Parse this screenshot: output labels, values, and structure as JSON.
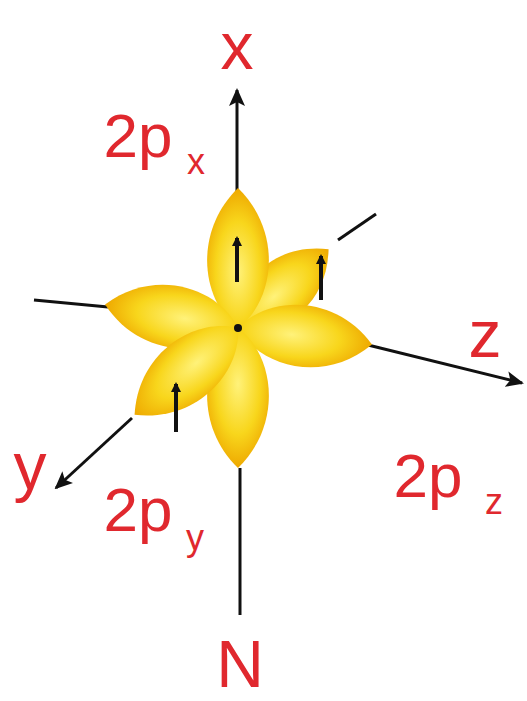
{
  "diagram": {
    "labels": [
      "x",
      "2p",
      "x",
      "z",
      "2p",
      "z",
      "y",
      "2p",
      "y",
      "N"
    ]
  }
}
